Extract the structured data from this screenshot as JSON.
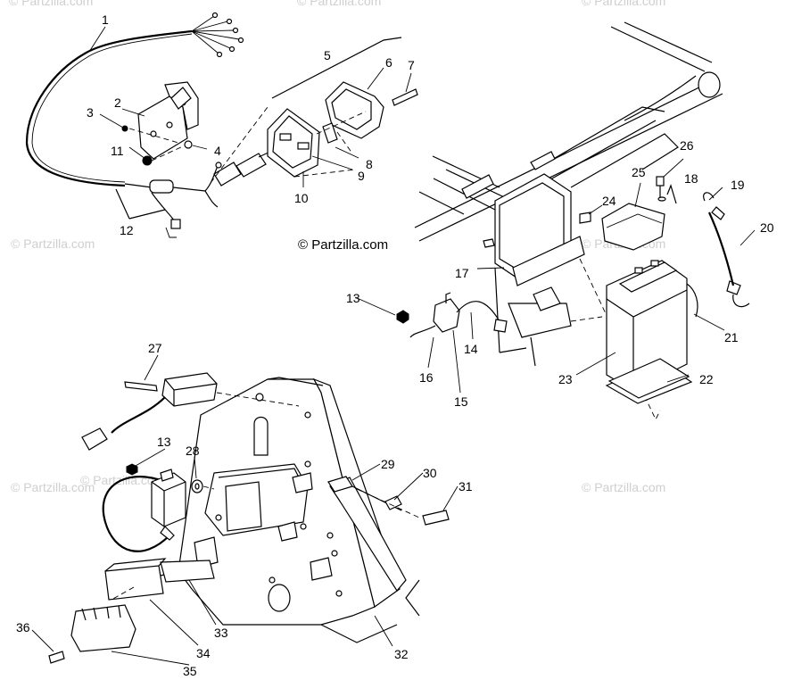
{
  "watermark": "© Partzilla.com",
  "credit": "© Partzilla.com",
  "callouts": {
    "c1": "1",
    "c2": "2",
    "c3": "3",
    "c4": "4",
    "c5": "5",
    "c6": "6",
    "c7": "7",
    "c8": "8",
    "c9": "9",
    "c10": "10",
    "c11": "11",
    "c12": "12",
    "c13": "13",
    "c13b": "13",
    "c14": "14",
    "c15": "15",
    "c16": "16",
    "c17": "17",
    "c18": "18",
    "c19": "19",
    "c20": "20",
    "c21": "21",
    "c22": "22",
    "c23": "23",
    "c24": "24",
    "c25": "25",
    "c26": "26",
    "c27": "27",
    "c28": "28",
    "c29": "29",
    "c30": "30",
    "c31": "31",
    "c32": "32",
    "c33": "33",
    "c34": "34",
    "c35": "35",
    "c36": "36"
  }
}
